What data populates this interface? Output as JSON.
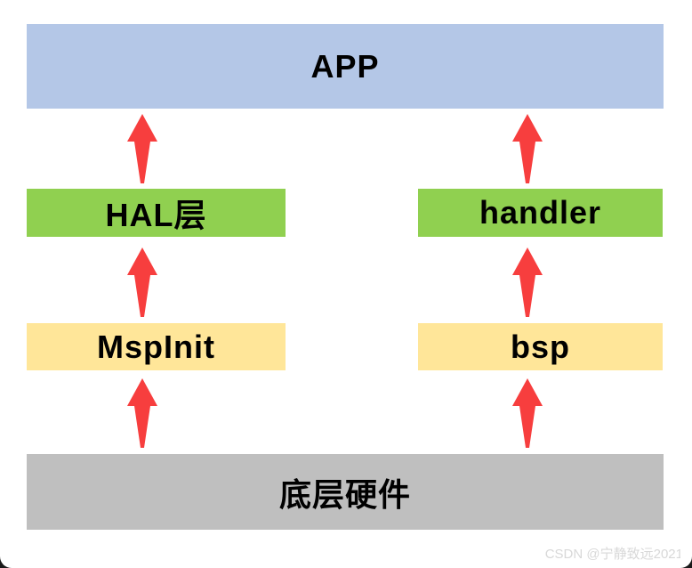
{
  "layers": {
    "app": "APP",
    "hal": "HAL层",
    "handler": "handler",
    "mspinit": "MspInit",
    "bsp": "bsp",
    "hardware": "底层硬件"
  },
  "icons": {
    "arrow": "up-arrow-icon"
  },
  "watermark": {
    "text": "CSDN @宁静致远2021"
  },
  "colors": {
    "app_box": "#B4C7E7",
    "green_box": "#90D050",
    "yellow_box": "#FFE699",
    "gray_box": "#BFBFBF",
    "arrow_red": "#F73E3E",
    "watermark_gray": "#D8D8D8",
    "text": "#000000"
  }
}
